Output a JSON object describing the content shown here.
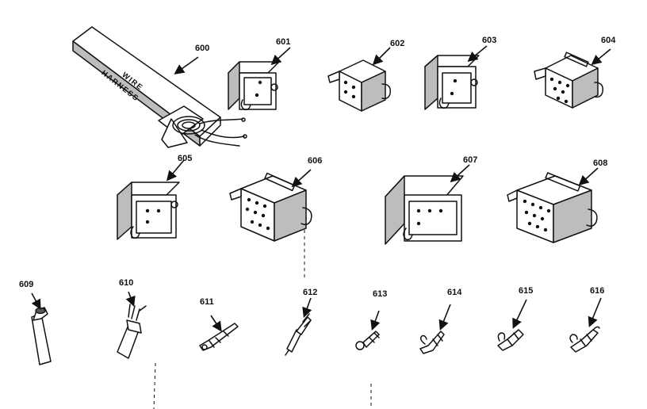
{
  "labels": {
    "p600": "600",
    "p601": "601",
    "p602": "602",
    "p603": "603",
    "p604": "604",
    "p605": "605",
    "p606": "606",
    "p607": "607",
    "p608": "608",
    "p609": "609",
    "p610": "610",
    "p611": "611",
    "p612": "612",
    "p613": "613",
    "p614": "614",
    "p615": "615",
    "p616": "616"
  },
  "box_text": {
    "line1": "WIRE",
    "line2": "HARNESS"
  }
}
